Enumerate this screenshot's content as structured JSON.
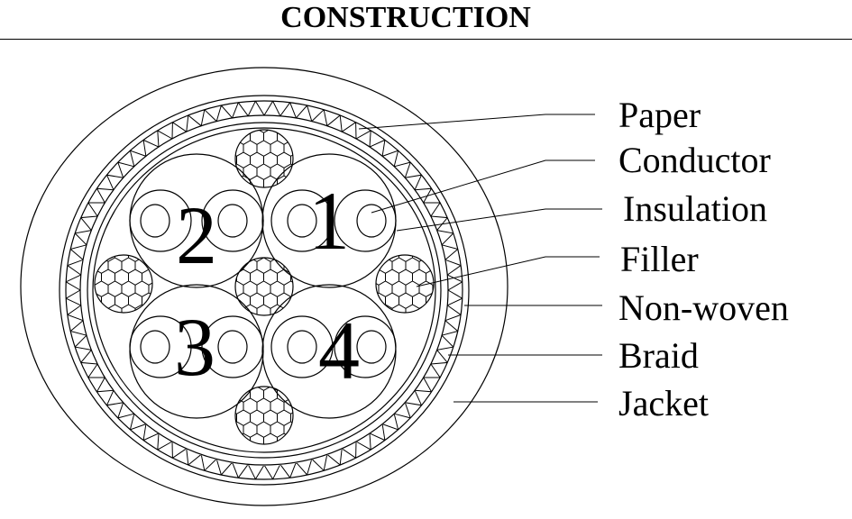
{
  "title": "CONSTRUCTION",
  "pairs": [
    "1",
    "2",
    "3",
    "4"
  ],
  "layers": [
    "Paper",
    "Conductor",
    "Insulation",
    "Filler",
    "Non-woven",
    "Braid",
    "Jacket"
  ],
  "colors": {
    "line": "#000000",
    "background": "#ffffff"
  }
}
